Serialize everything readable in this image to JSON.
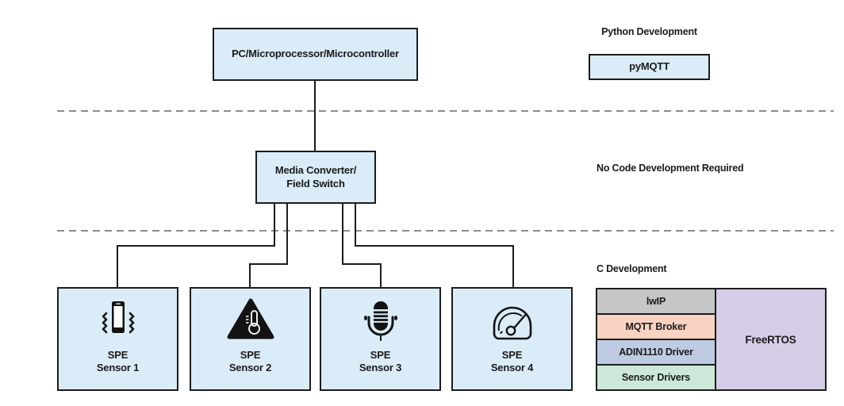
{
  "colors": {
    "box_fill": "#daecf7",
    "border": "#1c1c1c",
    "dashed_line": "#8c8c8c",
    "stack_gray": "#c5c7c6",
    "stack_salmon": "#f9d2c2",
    "stack_blue": "#bdcbe3",
    "stack_green": "#cde8d8",
    "rtos_purple": "#d6cde7"
  },
  "diagram": {
    "pc_box": {
      "label": "PC/Microprocessor/Microcontroller"
    },
    "switch_box": {
      "line1": "Media Converter/",
      "line2": "Field Switch"
    },
    "sensors": [
      {
        "line1": "SPE",
        "line2": "Sensor 1",
        "icon": "vibration-phone-icon"
      },
      {
        "line1": "SPE",
        "line2": "Sensor 2",
        "icon": "temperature-warning-icon"
      },
      {
        "line1": "SPE",
        "line2": "Sensor 3",
        "icon": "microphone-icon"
      },
      {
        "line1": "SPE",
        "line2": "Sensor 4",
        "icon": "gauge-icon"
      }
    ]
  },
  "right_panel": {
    "python": {
      "title": "Python Development",
      "box_label": "pyMQTT"
    },
    "no_code_label": "No Code Development Required",
    "c": {
      "title": "C Development",
      "stack": [
        {
          "label": "lwIP",
          "color": "#c5c7c6"
        },
        {
          "label": "MQTT Broker",
          "color": "#f9d2c2"
        },
        {
          "label": "ADIN1110 Driver",
          "color": "#bdcbe3"
        },
        {
          "label": "Sensor Drivers",
          "color": "#cde8d8"
        }
      ],
      "rtos": {
        "label": "FreeRTOS",
        "color": "#d6cde7"
      }
    }
  }
}
